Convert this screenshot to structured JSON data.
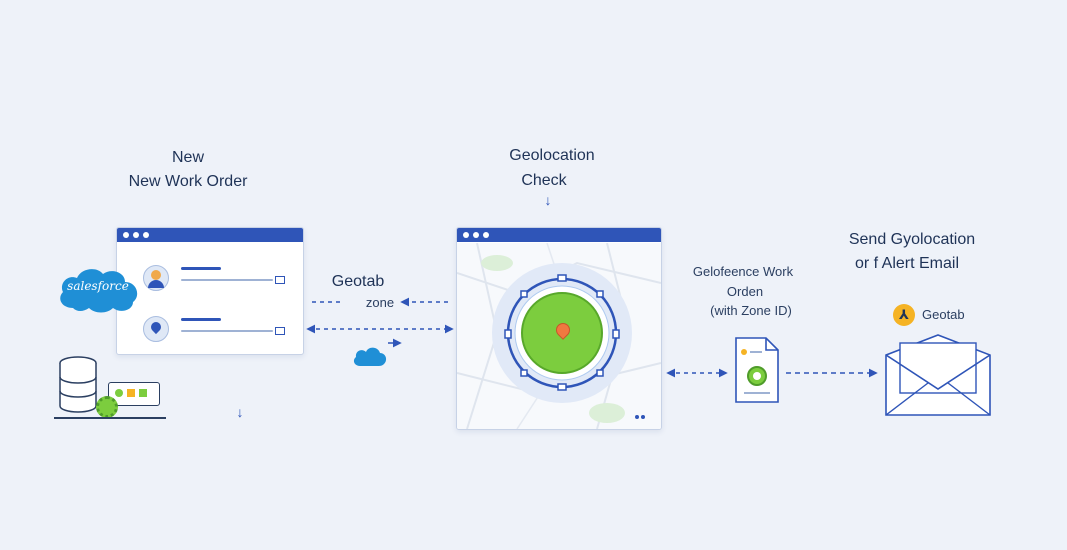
{
  "stage1": {
    "heading_line1": "New",
    "heading_line2": "New Work Order",
    "logo_text": "salesforce",
    "down_arrow": "↓"
  },
  "connector1": {
    "label_line1": "Geotab",
    "label_line2": "zone"
  },
  "stage2": {
    "heading_line1": "Geolocation",
    "heading_line2": "Check",
    "down_arrow": "↓",
    "pin_symbol": "◉"
  },
  "stage3": {
    "label_line1": "Gelofeence Work",
    "label_line2": "Orden",
    "label_line3": "(with Zone ID)"
  },
  "stage4": {
    "heading_line1": "Send Gyolocation",
    "heading_line2": "or f Alert Email",
    "badge_symbol": "⅄",
    "badge_text": "Geotab"
  },
  "colors": {
    "background": "#eef2f9",
    "accent_blue": "#2f55b8",
    "cloud_blue": "#1f8fd6",
    "geofence_green": "#7ccd3e",
    "pin_orange": "#f07840",
    "badge_yellow": "#f5b324"
  }
}
